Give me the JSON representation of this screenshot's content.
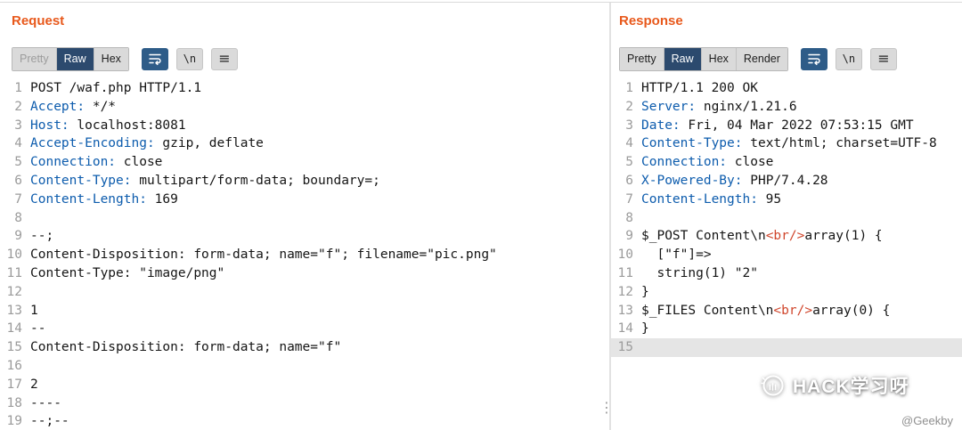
{
  "request": {
    "title": "Request",
    "tabs": {
      "pretty": {
        "label": "Pretty",
        "state": "disabled"
      },
      "raw": {
        "label": "Raw",
        "state": "selected"
      },
      "hex": {
        "label": "Hex",
        "state": "normal"
      }
    },
    "controls": {
      "newline_label": "\\n"
    },
    "lines": [
      {
        "n": 1,
        "s": [
          {
            "c": "plain",
            "t": "POST /waf.php HTTP/1.1"
          }
        ]
      },
      {
        "n": 2,
        "s": [
          {
            "c": "name",
            "t": "Accept:"
          },
          {
            "c": "plain",
            "t": " */*"
          }
        ]
      },
      {
        "n": 3,
        "s": [
          {
            "c": "name",
            "t": "Host:"
          },
          {
            "c": "plain",
            "t": " localhost:8081"
          }
        ]
      },
      {
        "n": 4,
        "s": [
          {
            "c": "name",
            "t": "Accept-Encoding:"
          },
          {
            "c": "plain",
            "t": " gzip, deflate"
          }
        ]
      },
      {
        "n": 5,
        "s": [
          {
            "c": "name",
            "t": "Connection:"
          },
          {
            "c": "plain",
            "t": " close"
          }
        ]
      },
      {
        "n": 6,
        "s": [
          {
            "c": "name",
            "t": "Content-Type:"
          },
          {
            "c": "plain",
            "t": " multipart/form-data; boundary=;"
          }
        ]
      },
      {
        "n": 7,
        "s": [
          {
            "c": "name",
            "t": "Content-Length:"
          },
          {
            "c": "plain",
            "t": " 169"
          }
        ]
      },
      {
        "n": 8,
        "s": []
      },
      {
        "n": 9,
        "s": [
          {
            "c": "plain",
            "t": "--;"
          }
        ]
      },
      {
        "n": 10,
        "s": [
          {
            "c": "plain",
            "t": "Content-Disposition: form-data; name=\"f\"; filename=\"pic.png\""
          }
        ]
      },
      {
        "n": 11,
        "s": [
          {
            "c": "plain",
            "t": "Content-Type: \"image/png\""
          }
        ]
      },
      {
        "n": 12,
        "s": []
      },
      {
        "n": 13,
        "s": [
          {
            "c": "plain",
            "t": "1"
          }
        ]
      },
      {
        "n": 14,
        "s": [
          {
            "c": "plain",
            "t": "--"
          }
        ]
      },
      {
        "n": 15,
        "s": [
          {
            "c": "plain",
            "t": "Content-Disposition: form-data; name=\"f\""
          }
        ]
      },
      {
        "n": 16,
        "s": []
      },
      {
        "n": 17,
        "s": [
          {
            "c": "plain",
            "t": "2"
          }
        ]
      },
      {
        "n": 18,
        "s": [
          {
            "c": "plain",
            "t": "----"
          }
        ]
      },
      {
        "n": 19,
        "s": [
          {
            "c": "plain",
            "t": "--;--"
          }
        ]
      }
    ]
  },
  "response": {
    "title": "Response",
    "tabs": {
      "pretty": {
        "label": "Pretty",
        "state": "normal"
      },
      "raw": {
        "label": "Raw",
        "state": "selected"
      },
      "hex": {
        "label": "Hex",
        "state": "normal"
      },
      "render": {
        "label": "Render",
        "state": "normal"
      }
    },
    "controls": {
      "newline_label": "\\n"
    },
    "lines": [
      {
        "n": 1,
        "s": [
          {
            "c": "plain",
            "t": "HTTP/1.1 200 OK"
          }
        ]
      },
      {
        "n": 2,
        "s": [
          {
            "c": "name",
            "t": "Server:"
          },
          {
            "c": "plain",
            "t": " nginx/1.21.6"
          }
        ]
      },
      {
        "n": 3,
        "s": [
          {
            "c": "name",
            "t": "Date:"
          },
          {
            "c": "plain",
            "t": " Fri, 04 Mar 2022 07:53:15 GMT"
          }
        ]
      },
      {
        "n": 4,
        "s": [
          {
            "c": "name",
            "t": "Content-Type:"
          },
          {
            "c": "plain",
            "t": " text/html; charset=UTF-8"
          }
        ]
      },
      {
        "n": 5,
        "s": [
          {
            "c": "name",
            "t": "Connection:"
          },
          {
            "c": "plain",
            "t": " close"
          }
        ]
      },
      {
        "n": 6,
        "s": [
          {
            "c": "name",
            "t": "X-Powered-By:"
          },
          {
            "c": "plain",
            "t": " PHP/7.4.28"
          }
        ]
      },
      {
        "n": 7,
        "s": [
          {
            "c": "name",
            "t": "Content-Length:"
          },
          {
            "c": "plain",
            "t": " 95"
          }
        ]
      },
      {
        "n": 8,
        "s": []
      },
      {
        "n": 9,
        "s": [
          {
            "c": "plain",
            "t": "$_POST Content\\n"
          },
          {
            "c": "tag",
            "t": "<br/>"
          },
          {
            "c": "plain",
            "t": "array(1) {"
          }
        ]
      },
      {
        "n": 10,
        "s": [
          {
            "c": "plain",
            "t": "  [\"f\"]=>"
          }
        ]
      },
      {
        "n": 11,
        "s": [
          {
            "c": "plain",
            "t": "  string(1) \"2\""
          }
        ]
      },
      {
        "n": 12,
        "s": [
          {
            "c": "plain",
            "t": "}"
          }
        ]
      },
      {
        "n": 13,
        "s": [
          {
            "c": "plain",
            "t": "$_FILES Content\\n"
          },
          {
            "c": "tag",
            "t": "<br/>"
          },
          {
            "c": "plain",
            "t": "array(0) {"
          }
        ]
      },
      {
        "n": 14,
        "s": [
          {
            "c": "plain",
            "t": "}"
          }
        ]
      },
      {
        "n": 15,
        "s": [],
        "selected": true
      }
    ]
  },
  "icons": {
    "menu": "≡",
    "drag_handle": "⋮"
  },
  "watermark": {
    "text": "HACK学习呀",
    "credit": "@Geekby"
  },
  "colors": {
    "accent_orange": "#e8591c",
    "tab_selected": "#2c4a6e",
    "icon_active": "#2e5c88",
    "header_name": "#0d5cad",
    "html_tag": "#d0462c",
    "line_highlight": "#e5e5e5"
  }
}
